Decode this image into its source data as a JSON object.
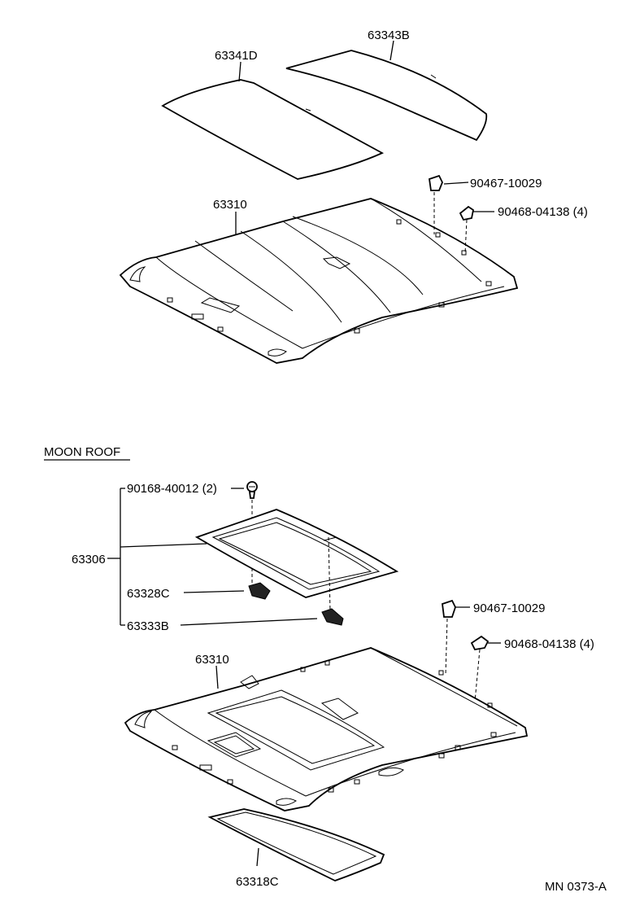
{
  "labels": {
    "p_63343b": "63343B",
    "p_63341d": "63341D",
    "p_63310_top": "63310",
    "p_90467_top": "90467-10029",
    "p_90468_top": "90468-04138 (4)",
    "section_title": "MOON ROOF",
    "p_90168": "90168-40012 (2)",
    "p_63306": "63306",
    "p_63328c": "63328C",
    "p_63333b": "63333B",
    "p_90467_bot": "90467-10029",
    "p_90468_bot": "90468-04138 (4)",
    "p_63310_bot": "63310",
    "p_63318c": "63318C",
    "drawing_ref": "MN 0373-A"
  }
}
